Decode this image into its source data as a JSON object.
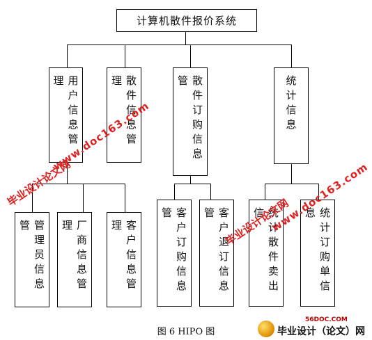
{
  "root": {
    "label": "计算机散件报价系统"
  },
  "level1": [
    {
      "label": "用户信息管理"
    },
    {
      "label": "散件信息管理"
    },
    {
      "label": "散件订购信息管"
    },
    {
      "label": "统计信息"
    }
  ],
  "level2_user": [
    {
      "label": "管理员信息管"
    },
    {
      "label": "厂商信息管理"
    },
    {
      "label": "客户信息管理"
    }
  ],
  "level2_order": [
    {
      "label": "客户订购信息管"
    },
    {
      "label": "客户退订信息管"
    }
  ],
  "level2_stats": [
    {
      "label": "统计散件卖出信"
    },
    {
      "label": "统计订购单信息"
    }
  ],
  "caption": "图 6 HIPO 图",
  "watermarks": {
    "cn": "毕业设计论文网",
    "url": "www.doc163.com"
  },
  "logo": {
    "site": "56DOC.COM",
    "name": "毕业设计（论文）网"
  },
  "colors": {
    "line": "#000000",
    "watermark": "#dd2222"
  }
}
